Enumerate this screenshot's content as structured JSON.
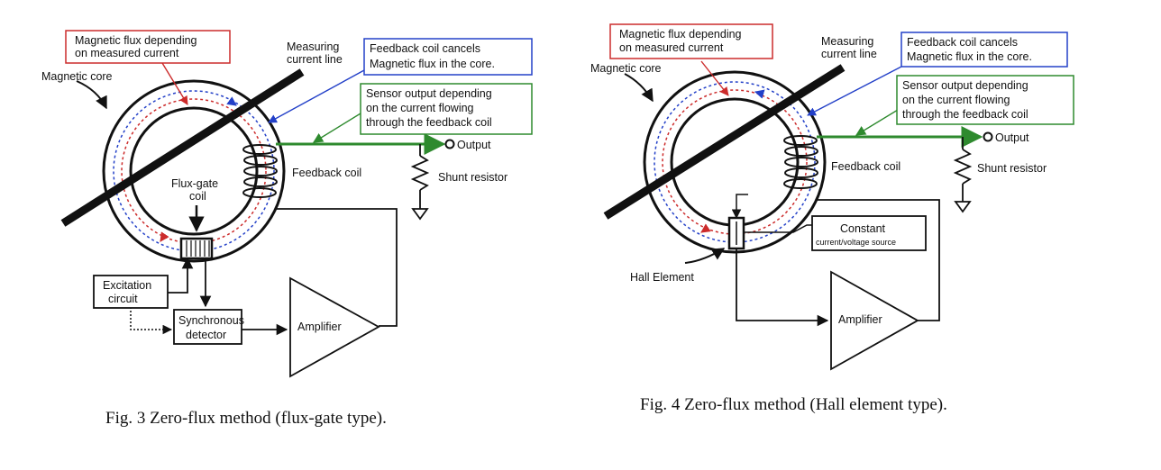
{
  "colors": {
    "red": "#cc2b2b",
    "blue": "#2340c8",
    "green": "#2e8a2e",
    "black": "#111111"
  },
  "fig3": {
    "caption": "Fig.  3   Zero-flux method (flux-gate type).",
    "callout_red": [
      "Magnetic flux depending",
      "on measured current"
    ],
    "callout_blue": [
      "Feedback coil cancels",
      "Magnetic flux in the core."
    ],
    "callout_green": [
      "Sensor output depending",
      "on the current flowing",
      "through the feedback coil"
    ],
    "magnetic_core": "Magnetic core",
    "measuring_line": [
      "Measuring",
      "current line"
    ],
    "output": "Output",
    "shunt_resistor": "Shunt resistor",
    "feedback_coil": "Feedback coil",
    "fluxgate_coil": [
      "Flux-gate",
      "coil"
    ],
    "excitation_circuit": [
      "Excitation",
      "circuit"
    ],
    "synchronous_detector": [
      "Synchronous",
      "detector"
    ],
    "amplifier": "Amplifier"
  },
  "fig4": {
    "caption": "Fig.  4   Zero-flux method (Hall element type).",
    "callout_red": [
      "Magnetic flux depending",
      "on measured current"
    ],
    "callout_blue": [
      "Feedback coil cancels",
      "Magnetic flux in the core."
    ],
    "callout_green": [
      "Sensor output depending",
      "on the current flowing",
      "through the feedback coil"
    ],
    "magnetic_core": "Magnetic core",
    "measuring_line": [
      "Measuring",
      "current line"
    ],
    "output": "Output",
    "shunt_resistor": "Shunt resistor",
    "feedback_coil": "Feedback coil",
    "constant_source": [
      "Constant",
      "current/voltage source"
    ],
    "hall_element": "Hall Element",
    "amplifier": "Amplifier"
  }
}
